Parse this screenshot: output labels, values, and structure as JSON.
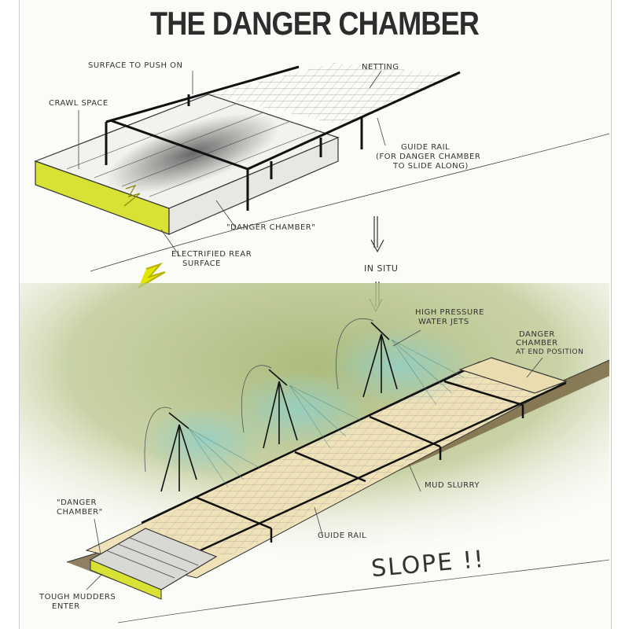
{
  "title": "THE DANGER CHAMBER",
  "top_labels": {
    "surface": "SURFACE TO PUSH ON",
    "netting": "NETTING",
    "crawl_space": "CRAWL SPACE",
    "guide_rail_top_1": "GUIDE RAIL",
    "guide_rail_top_2": "(FOR DANGER CHAMBER",
    "guide_rail_top_3": "TO SLIDE ALONG)",
    "danger_chamber": "\"DANGER CHAMBER\"",
    "electrified_1": "ELECTRIFIED REAR",
    "electrified_2": "SURFACE",
    "in_situ": "IN SITU"
  },
  "bottom_labels": {
    "jets_1": "HIGH PRESSURE",
    "jets_2": "WATER JETS",
    "end_1": "DANGER",
    "end_2": "CHAMBER",
    "end_3": "AT END POSITION",
    "mud": "MUD SLURRY",
    "guide_rail": "GUIDE RAIL",
    "dc_1": "\"DANGER",
    "dc_2": "CHAMBER\"",
    "enter_1": "TOUGH MUDDERS",
    "enter_2": "ENTER",
    "slope": "SLOPE !!"
  },
  "colors": {
    "electric_yellow": "#d7e235",
    "fog_green": "#a9b877",
    "mist_blue": "#9fd4cf",
    "mud": "#efe2b8",
    "ink": "#222222"
  }
}
